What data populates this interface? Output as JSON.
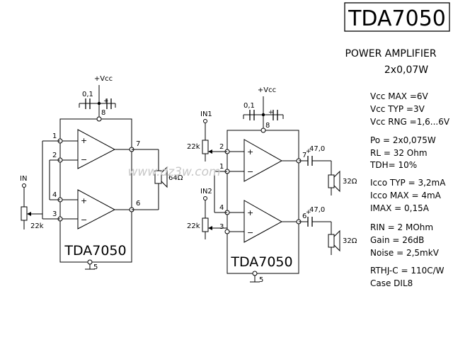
{
  "title": "TDA7050",
  "subtitle": [
    "POWER AMPLIFIER",
    "2x0,07W"
  ],
  "specs": [
    "Vcc MAX =6V",
    "Vcc TYP =3V",
    "Vcc RNG =1,6...6V",
    "Po = 2x0,075W",
    "RL = 32 Ohm",
    "TDH= 10%",
    "Icco TYP = 3,2mA",
    "Icco MAX = 4mA",
    "IMAX = 0,15A",
    "RIN = 2 MOhm",
    "Gain = 26dB",
    "Noise = 2,5mkV",
    "RTHJ-C = 110C/W",
    "Case DIL8"
  ],
  "watermark": "www.dz3w.com",
  "left_circuit": {
    "chip_label": "TDA7050",
    "vcc": "+Vcc",
    "cap": "0,1",
    "input": "IN",
    "pot": "22k",
    "speaker": "64Ω",
    "pins": [
      "1",
      "2",
      "3",
      "4",
      "5",
      "6",
      "7",
      "8"
    ],
    "plus": "+",
    "minus": "−"
  },
  "right_circuit": {
    "chip_label": "TDA7050",
    "vcc": "+Vcc",
    "cap": "0,1",
    "input1": "IN1",
    "input2": "IN2",
    "pot": "22k",
    "out_cap": "47,0",
    "speaker": "32Ω",
    "pins": [
      "1",
      "2",
      "3",
      "4",
      "5",
      "6",
      "7",
      "8"
    ],
    "plus": "+",
    "minus": "−"
  }
}
